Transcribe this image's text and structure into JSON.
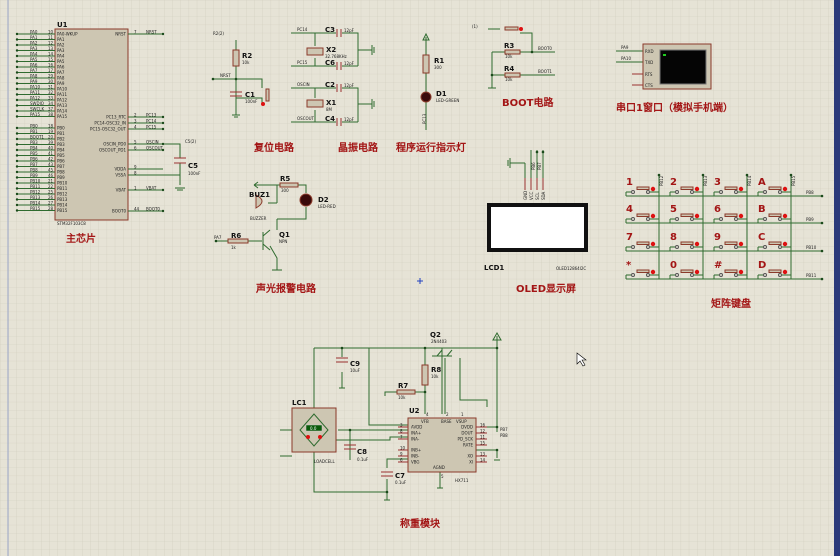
{
  "colors": {
    "background": "#e6e3d6",
    "grid": "#cfcbbb",
    "wire": "#2f6b2f",
    "component": "#cdc6b2",
    "title": "#a31515"
  },
  "u1": {
    "ref": "U1",
    "part": "STM32F103C8",
    "title": "主芯片",
    "left_nets": [
      "PA0",
      "PA1",
      "PA2",
      "PA3",
      "PA4",
      "PA5",
      "PA6",
      "PA7",
      "PA8",
      "PA9",
      "PA10",
      "PA11",
      "PA12",
      "SWDIO",
      "SWCLK",
      "PA15",
      "PB0",
      "PB1",
      "BOOT1",
      "PB3",
      "PB4",
      "PB5",
      "PB6",
      "PB7",
      "PB8",
      "PB9",
      "PB10",
      "PB11",
      "PB12",
      "PB13",
      "PB14",
      "PB15"
    ],
    "left_nums": [
      "10",
      "11",
      "12",
      "13",
      "14",
      "15",
      "16",
      "17",
      "29",
      "30",
      "31",
      "32",
      "33",
      "34",
      "37",
      "38",
      "18",
      "19",
      "20",
      "39",
      "40",
      "41",
      "42",
      "43",
      "45",
      "46",
      "21",
      "22",
      "25",
      "26",
      "27",
      "28"
    ],
    "left_pins": [
      "PA0-WKUP",
      "PA1",
      "PA2",
      "PA3",
      "PA4",
      "PA5",
      "PA6",
      "PA7",
      "PA8",
      "PA9",
      "PA10",
      "PA11",
      "PA12",
      "PA13",
      "PA14",
      "PA15",
      "PB0",
      "PB1",
      "PB2",
      "PB3",
      "PB4",
      "PB5",
      "PB6",
      "PB7",
      "PB8",
      "PB9",
      "PB10",
      "PB11",
      "PB12",
      "PB13",
      "PB14",
      "PB15"
    ],
    "right": [
      {
        "pin": "NRST",
        "num": "7",
        "net": "NRST"
      },
      {
        "pin": "PC13_RTC",
        "num": "2",
        "net": "PC13"
      },
      {
        "pin": "PC14-OSC32_IN",
        "num": "3",
        "net": "PC14"
      },
      {
        "pin": "PC15-OSC32_OUT",
        "num": "4",
        "net": "PC15"
      },
      {
        "pin": "OSCIN_PD0",
        "num": "5",
        "net": "OSCIN"
      },
      {
        "pin": "OSCOUT_PD1",
        "num": "6",
        "net": "OSCOUT"
      },
      {
        "pin": "VDDA",
        "num": "9",
        "net": ""
      },
      {
        "pin": "VSSA",
        "num": "8",
        "net": ""
      },
      {
        "pin": "VBAT",
        "num": "1",
        "net": "VBAT"
      },
      {
        "pin": "BOOT0",
        "num": "44",
        "net": "BOOT0"
      }
    ],
    "c5": {
      "ref": "C5",
      "value": "100nF",
      "probe": "C5(2)"
    }
  },
  "reset": {
    "title": "复位电路",
    "r2": "R2",
    "r2v": "10k",
    "c1": "C1",
    "c1v": "100nF",
    "net": "NRST",
    "probe": "R2(2)"
  },
  "crystal": {
    "title": "晶振电路",
    "nets": [
      "PC14",
      "PC15",
      "OSCIN",
      "OSCOUT"
    ],
    "x2": "X2",
    "x2v": "32.768KHz",
    "x1": "X1",
    "x1v": "8M",
    "caps": [
      {
        "ref": "C3",
        "v": "12pF"
      },
      {
        "ref": "C6",
        "v": "12pF"
      },
      {
        "ref": "C2",
        "v": "12pF"
      },
      {
        "ref": "C4",
        "v": "12pF"
      }
    ]
  },
  "led": {
    "title": "程序运行指示灯",
    "r1": "R1",
    "r1v": "300",
    "d1": "D1",
    "d1v": "LED-GREEN",
    "net": "PC13"
  },
  "boot": {
    "title": "BOOT电路",
    "r3": "R3",
    "r3v": "10k",
    "r4": "R4",
    "r4v": "10k",
    "nets": [
      "BOOT0",
      "BOOT1"
    ],
    "probe": "(1)"
  },
  "serial": {
    "title": "串口1窗口（模拟手机端）",
    "nets": [
      "PA9",
      "PA10"
    ],
    "pins": [
      "RXD",
      "TXD",
      "RTS",
      "CTS"
    ]
  },
  "alarm": {
    "title": "声光报警电路",
    "buz": "BUZ1",
    "buzv": "BUZZER",
    "r5": "R5",
    "r5v": "300",
    "d2": "D2",
    "d2v": "LED-RED",
    "q1": "Q1",
    "q1v": "NPN",
    "r6": "R6",
    "r6v": "1k",
    "net": "PA7"
  },
  "oled": {
    "title": "OLED显示屏",
    "ref": "LCD1",
    "part": "OLED12864I2C",
    "pins": [
      "GND",
      "VCC",
      "SCL",
      "SDA"
    ],
    "nets": [
      "PB6",
      "PB7"
    ]
  },
  "keypad": {
    "title": "矩阵键盘",
    "keys": [
      "1",
      "2",
      "3",
      "A",
      "4",
      "5",
      "6",
      "B",
      "7",
      "8",
      "9",
      "C",
      "*",
      "0",
      "#",
      "D"
    ],
    "rows": [
      "PB8",
      "PB9",
      "PB10",
      "PB11"
    ],
    "cols": [
      "PB12",
      "PB13",
      "PB14",
      "PB15"
    ]
  },
  "scale": {
    "title": "称重模块",
    "lc1": "LC1",
    "lc1v": "LOADCELL",
    "lc_display": "0.0",
    "u2": "U2",
    "u2v": "HX711",
    "q2": "Q2",
    "q2v": "2N4403",
    "r8": "R8",
    "r8v": "10k",
    "r7": "R7",
    "r7v": "10k",
    "c9": "C9",
    "c9v": "10uF",
    "c8": "C8",
    "c8v": "0.1uF",
    "c7": "C7",
    "c7v": "0.1uF",
    "u2_left": [
      {
        "pin": "AVDD",
        "num": "3"
      },
      {
        "pin": "INA+",
        "num": "8"
      },
      {
        "pin": "INA-",
        "num": "7"
      },
      {
        "pin": "INB+",
        "num": "10"
      },
      {
        "pin": "INB-",
        "num": "9"
      },
      {
        "pin": "VBG",
        "num": "6"
      }
    ],
    "u2_top": [
      {
        "pin": "VFB",
        "num": "4"
      },
      {
        "pin": "BASE",
        "num": "2"
      },
      {
        "pin": "VSUP",
        "num": "1"
      }
    ],
    "u2_right": [
      {
        "pin": "DVDD",
        "num": "16"
      },
      {
        "pin": "DOUT",
        "num": "12"
      },
      {
        "pin": "PD_SCK",
        "num": "11"
      },
      {
        "pin": "RATE",
        "num": "15"
      },
      {
        "pin": "XO",
        "num": "13"
      },
      {
        "pin": "XI",
        "num": "14"
      }
    ],
    "u2_bottom": {
      "pin": "AGND",
      "num": "5"
    },
    "nets": [
      "PB7",
      "PB8"
    ]
  }
}
